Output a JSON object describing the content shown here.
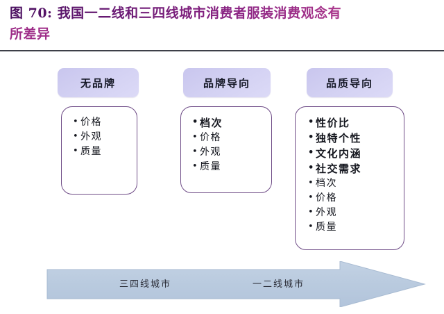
{
  "title": {
    "line1": "图 70: 我国一二线和三四线城市消费者服装消费观念有",
    "line2": "所差异",
    "gradient_start": "#4a1060",
    "gradient_end": "#bc4a95",
    "rule_color": "#3d3f48"
  },
  "columns": [
    {
      "header": "无品牌",
      "items": [
        {
          "text": "价格",
          "bold": false
        },
        {
          "text": "外观",
          "bold": false
        },
        {
          "text": "质量",
          "bold": false
        }
      ]
    },
    {
      "header": "品牌导向",
      "items": [
        {
          "text": "档次",
          "bold": true
        },
        {
          "text": "价格",
          "bold": false
        },
        {
          "text": "外观",
          "bold": false
        },
        {
          "text": "质量",
          "bold": false
        }
      ]
    },
    {
      "header": "品质导向",
      "items": [
        {
          "text": "性价比",
          "bold": true
        },
        {
          "text": "独特个性",
          "bold": true
        },
        {
          "text": "文化内涵",
          "bold": true
        },
        {
          "text": "社交需求",
          "bold": true
        },
        {
          "text": "档次",
          "bold": false
        },
        {
          "text": "价格",
          "bold": false
        },
        {
          "text": "外观",
          "bold": false
        },
        {
          "text": "质量",
          "bold": false
        }
      ]
    }
  ],
  "arrow": {
    "label_left": "三四线城市",
    "label_right": "一二线城市",
    "fill_color": "#b9c9de",
    "edge_color": "#9fb4ce"
  },
  "header_box_color": "#d2d0f2",
  "body_border_color": "#6e4b86"
}
